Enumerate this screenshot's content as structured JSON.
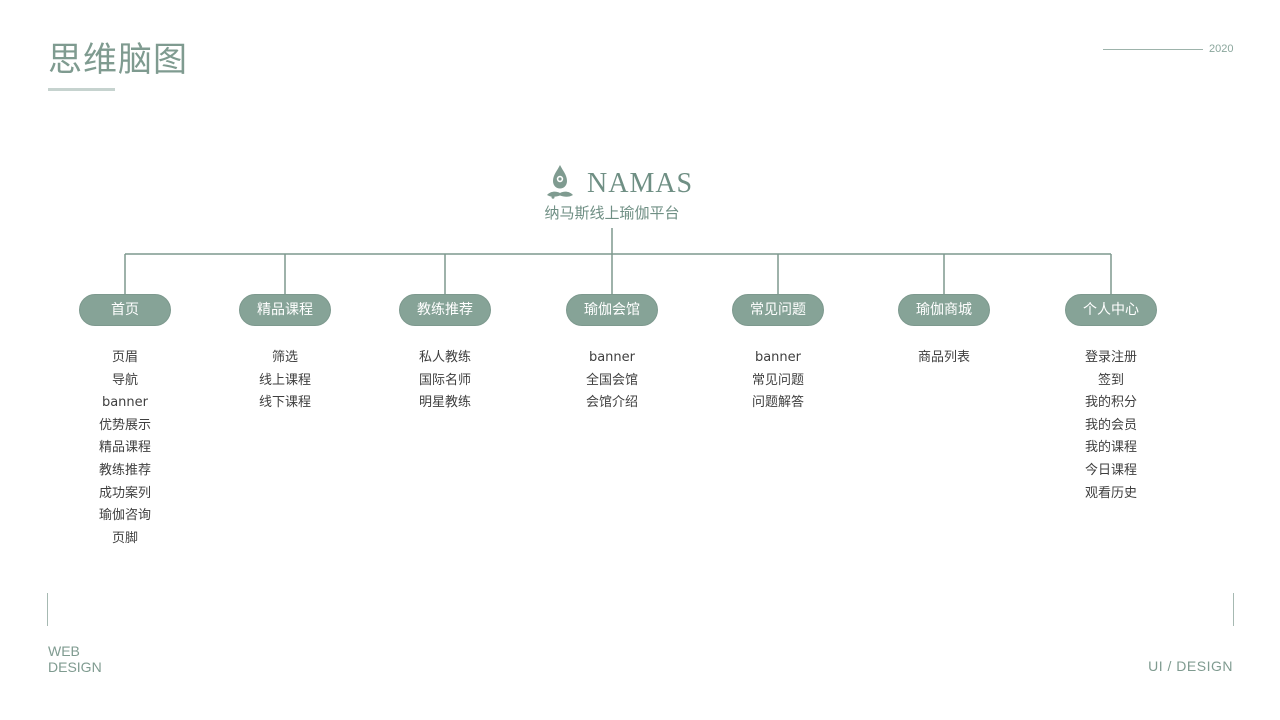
{
  "header": {
    "title": "思维脑图",
    "year": "2020"
  },
  "brand": {
    "logo_icon": "yoga-meditation-icon",
    "name": "NAMAS",
    "subtitle": "纳马斯线上瑜伽平台"
  },
  "colors": {
    "accent": "#86a397",
    "line": "#7d998e",
    "text": "#3f3f3f"
  },
  "branches": [
    {
      "label": "首页",
      "items": [
        "页眉",
        "导航",
        "banner",
        "优势展示",
        "精品课程",
        "教练推荐",
        "成功案列",
        "瑜伽咨询",
        "页脚"
      ]
    },
    {
      "label": "精品课程",
      "items": [
        "筛选",
        "线上课程",
        "线下课程"
      ]
    },
    {
      "label": "教练推荐",
      "items": [
        "私人教练",
        "国际名师",
        "明星教练"
      ]
    },
    {
      "label": "瑜伽会馆",
      "items": [
        "banner",
        "全国会馆",
        "会馆介绍"
      ]
    },
    {
      "label": "常见问题",
      "items": [
        "banner",
        "常见问题",
        "问题解答"
      ]
    },
    {
      "label": "瑜伽商城",
      "items": [
        "商品列表"
      ]
    },
    {
      "label": "个人中心",
      "items": [
        "登录注册",
        "签到",
        "我的积分",
        "我的会员",
        "我的课程",
        "今日课程",
        "观看历史"
      ]
    }
  ],
  "footer": {
    "web_line1": "WEB",
    "web_line2": "DESIGN",
    "right_label": "UI  /  DESIGN"
  }
}
